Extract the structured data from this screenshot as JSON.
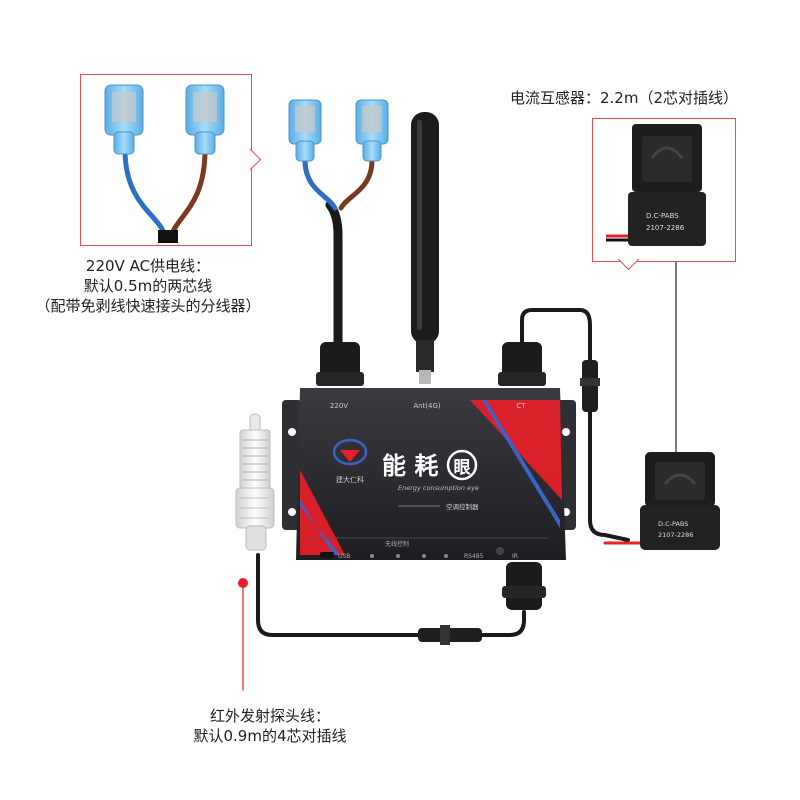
{
  "device": {
    "brand_name": "能 耗",
    "brand_badge": "眼",
    "brand_en": "Energy consumption eye",
    "subtitle": "空调控制器",
    "logo_text": "建大仁科",
    "port_labels": [
      "220V",
      "Ant(4G)",
      "CT"
    ],
    "front_labels": [
      "USB",
      "无线控制",
      "RS485",
      "IR"
    ]
  },
  "sensor": {
    "label_line1": "D.C-PABS",
    "label_line2": "2107-2286"
  },
  "captions": {
    "ct_cable": "电流互感器：2.2m（2芯对插线）",
    "power_cable": [
      "220V AC供电线：",
      "默认0.5m的两芯线",
      "（配带免剥线快速接头的分线器）"
    ],
    "ir_cable": [
      "红外发射探头线：",
      "默认0.9m的4芯对插线"
    ]
  },
  "colors": {
    "accent_red": "#e8202a",
    "device_body": "#2a2a2e",
    "cable": "#1a1a1a",
    "connector_blue": "#7fc4ee",
    "wire_blue": "#2f6fc2",
    "wire_brown": "#7a3a22"
  }
}
